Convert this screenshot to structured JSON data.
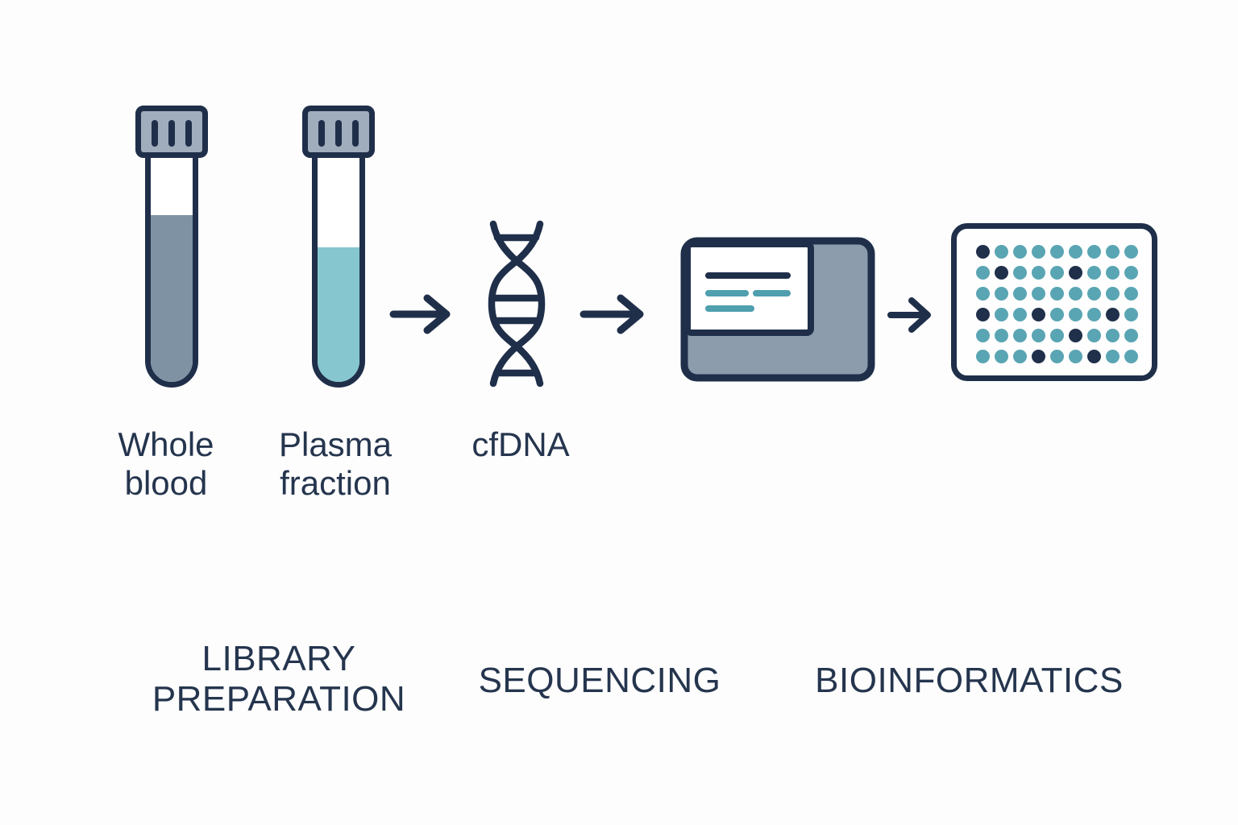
{
  "title": "cfDNA sequencing workflow diagram",
  "colors": {
    "navy": "#1f2f4a",
    "text": "#25354e",
    "steel": "#8c9cad",
    "cap": "#9fadbd",
    "blood": "#7e92a4",
    "plasma": "#85c6cf",
    "teal": "#4f9fae",
    "dot_teal": "#5aa5b3",
    "dot_dark": "#20304b",
    "bg": "#fdfdfd"
  },
  "labels": {
    "whole_blood": [
      "Whole",
      "blood"
    ],
    "plasma_fraction": [
      "Plasma",
      "fraction"
    ],
    "cfdna": "cfDNA",
    "library_preparation": [
      "LIBRARY",
      "PREPARATION"
    ],
    "sequencing": "SEQUENCING",
    "bioinformatics": "BIOINFORMATICS"
  },
  "diagram": {
    "flow": [
      "whole-blood-tube",
      "plasma-fraction-tube",
      "arrow",
      "dna-helix-icon",
      "arrow",
      "sequencer-icon",
      "arrow",
      "microplate-icon"
    ],
    "stages": [
      "LIBRARY PREPARATION",
      "SEQUENCING",
      "BIOINFORMATICS"
    ],
    "tubes": [
      {
        "name": "Whole blood",
        "fill_percent": 67,
        "fill_color": "blood"
      },
      {
        "name": "Plasma fraction",
        "fill_percent": 54,
        "fill_color": "plasma"
      }
    ],
    "sequencer_screen_lines": [
      {
        "color": "navy",
        "row": 1
      },
      {
        "color": "teal",
        "row": 2
      },
      {
        "color": "teal",
        "row": 2
      },
      {
        "color": "teal",
        "row": 3
      }
    ],
    "microplate": {
      "rows": 6,
      "cols": 9,
      "pattern": [
        "100000000",
        "010001000",
        "000000000",
        "100100010",
        "000001000",
        "000100100"
      ],
      "legend": {
        "0": "teal well",
        "1": "dark well"
      }
    }
  }
}
